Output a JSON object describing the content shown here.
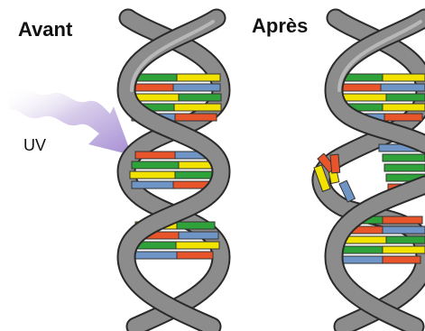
{
  "labels": {
    "before": "Avant",
    "after": "Après",
    "uv": "UV"
  },
  "colors": {
    "backbone": "#8c8c8c",
    "backbone_outline": "#2a2a2a",
    "green": "#2fa33a",
    "red": "#e8552b",
    "yellow": "#f2e200",
    "blue": "#6f95c7",
    "arrow": "#b9a6dc"
  }
}
